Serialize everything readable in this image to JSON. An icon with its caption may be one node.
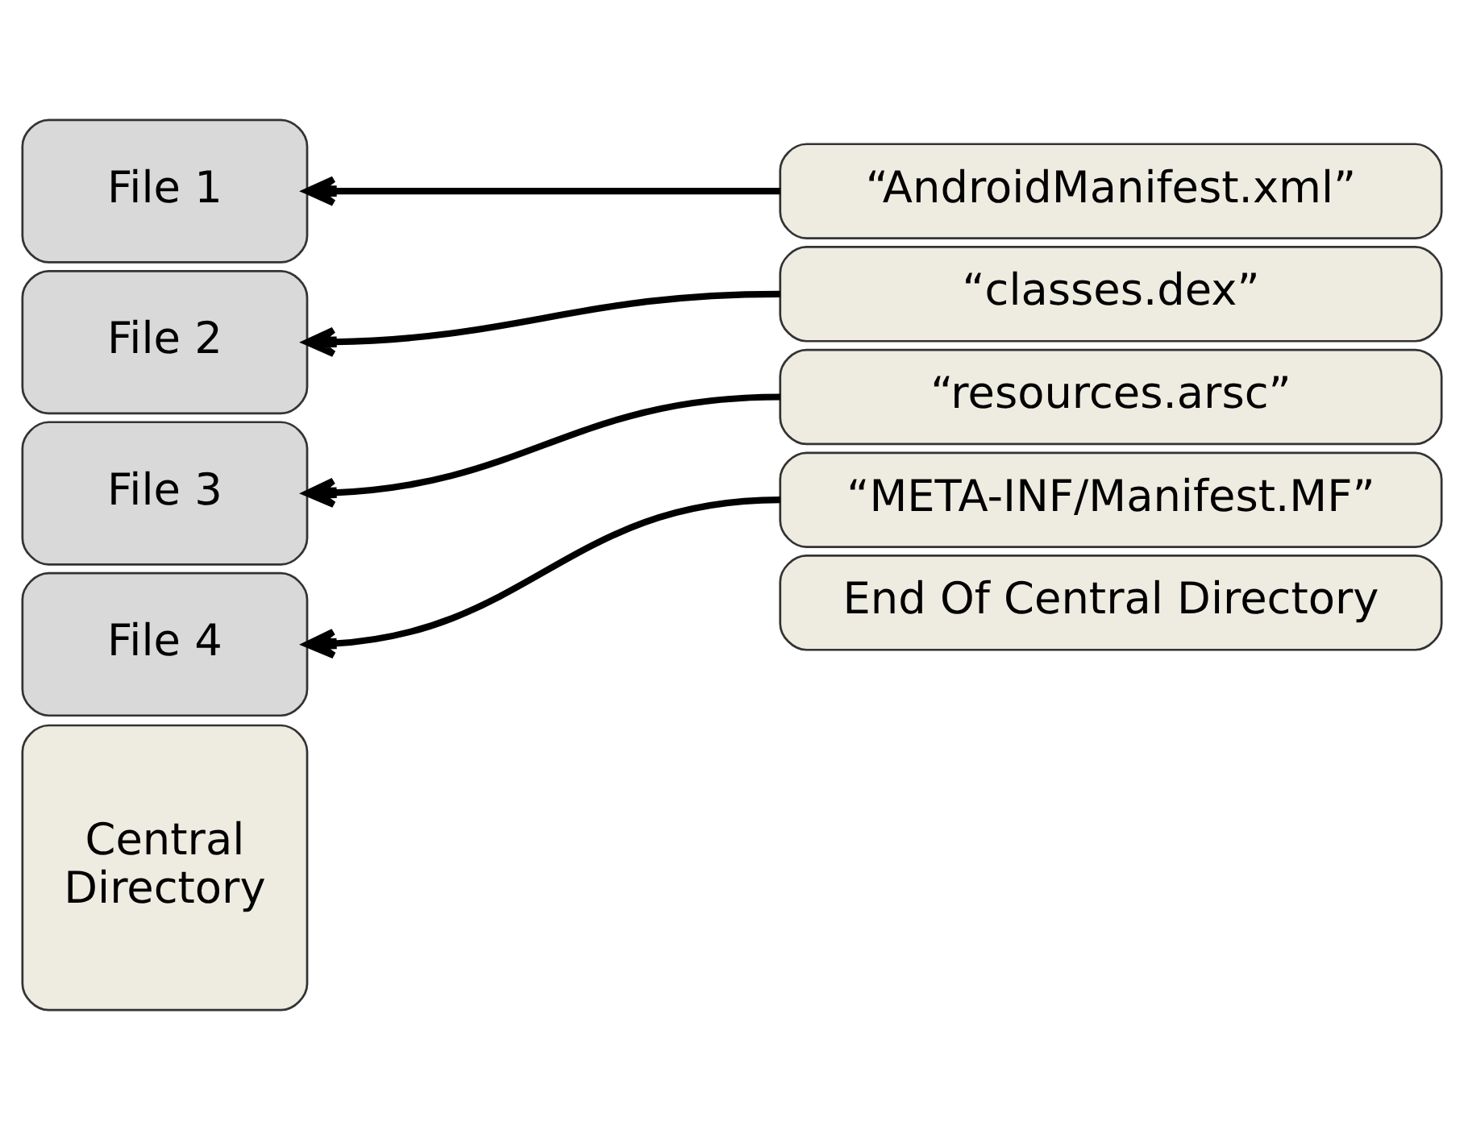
{
  "diagram": {
    "nodes": [
      {
        "text": [
          "File 1"
        ]
      },
      {
        "text": [
          "File 2"
        ]
      },
      {
        "text": [
          "File 3"
        ]
      },
      {
        "text": [
          "File 4"
        ]
      },
      {
        "text": [
          "Central Directory"
        ]
      },
      {
        "text": [
          "“AndroidManifest.xml”"
        ]
      },
      {
        "text": [
          "“classes.dex”"
        ]
      },
      {
        "text": [
          "“resources.arsc”"
        ]
      },
      {
        "text": [
          "“META-INF/Manifest.MF”"
        ]
      },
      {
        "text": [
          "End Of Central Directory"
        ]
      }
    ],
    "edges": [
      {
        "from": 5,
        "to": 0,
        "arrow": "to"
      },
      {
        "from": 6,
        "to": 1,
        "arrow": "to"
      },
      {
        "from": 7,
        "to": 2,
        "arrow": "to"
      },
      {
        "from": 8,
        "to": 3,
        "arrow": "to"
      }
    ]
  }
}
